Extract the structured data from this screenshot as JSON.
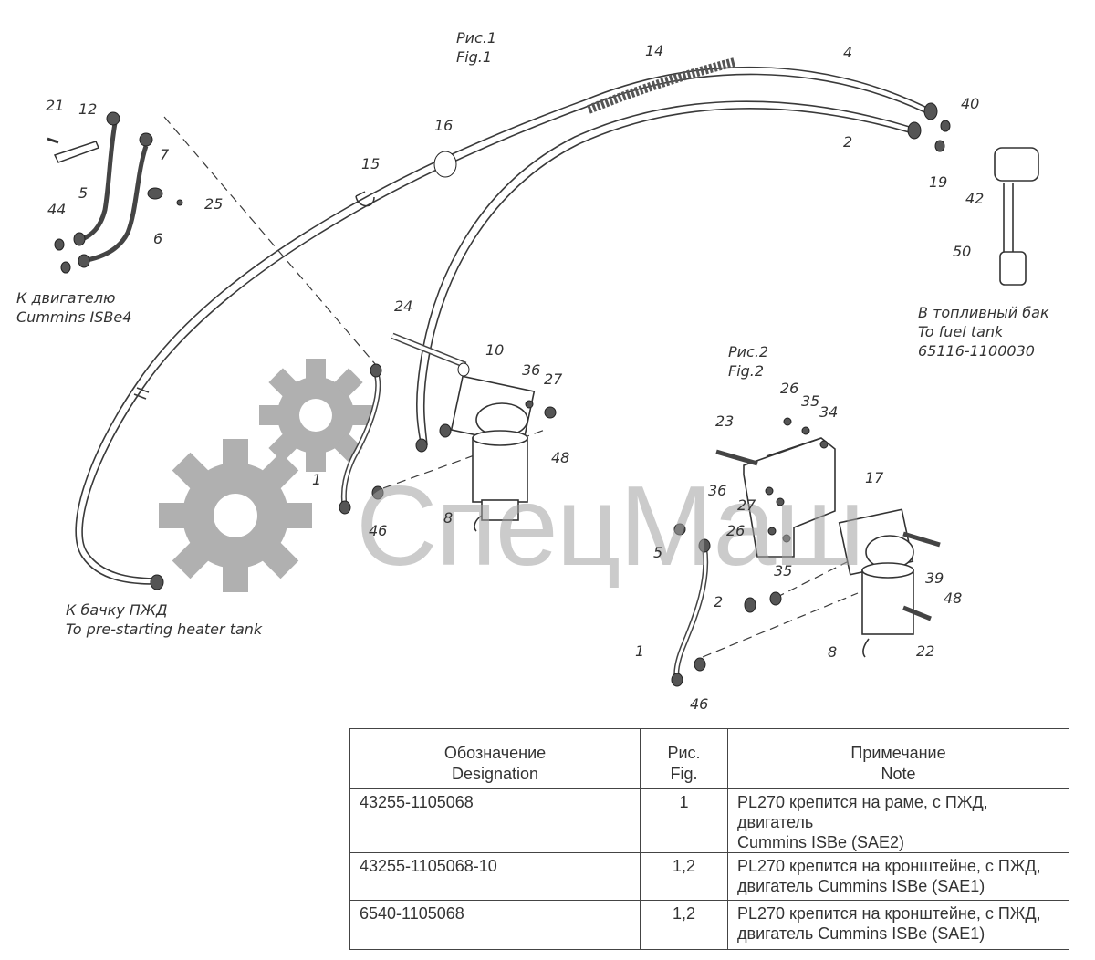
{
  "figure1": {
    "title_ru": "Рис.1",
    "title_en": "Fig.1"
  },
  "figure2": {
    "title_ru": "Рис.2",
    "title_en": "Fig.2"
  },
  "callouts": {
    "c21": "21",
    "c12": "12",
    "c5a": "5",
    "c44": "44",
    "c7": "7",
    "c25": "25",
    "c6": "6",
    "c14": "14",
    "c4": "4",
    "c2a": "2",
    "c40": "40",
    "c19": "19",
    "c42": "42",
    "c50": "50",
    "c16": "16",
    "c15": "15",
    "c24": "24",
    "c10": "10",
    "c36a": "36",
    "c27a": "27",
    "c48a": "48",
    "c1a": "1",
    "c46a": "46",
    "c8a": "8",
    "c26a": "26",
    "c35a": "35",
    "c34": "34",
    "c23": "23",
    "c17": "17",
    "c36b": "36",
    "c27b": "27",
    "c26b": "26",
    "c35b": "35",
    "c5b": "5",
    "c2b": "2",
    "c39": "39",
    "c48b": "48",
    "c22": "22",
    "c8b": "8",
    "c1b": "1",
    "c46b": "46"
  },
  "captions": {
    "engine_ru": "К двигателю",
    "engine_en": "Cummins ISBe4",
    "tank_ru": "В топливный бак",
    "tank_en": "To fuel tank",
    "tank_code": "65116-1100030",
    "heater_ru": "К бачку ПЖД",
    "heater_en": "To pre-starting heater tank"
  },
  "watermark": "СпецМаш",
  "table": {
    "headers": {
      "designation_ru": "Обозначение",
      "designation_en": "Designation",
      "fig_ru": "Рис.",
      "fig_en": "Fig.",
      "note_ru": "Примечание",
      "note_en": "Note"
    },
    "rows": [
      {
        "designation": "43255-1105068",
        "fig": "1",
        "note_1": "PL270 крепится на раме, с ПЖД, двигатель",
        "note_2": "Cummins ISBe (SAE2)"
      },
      {
        "designation": "43255-1105068-10",
        "fig": "1,2",
        "note_1": "PL270 крепится на кронштейне, с ПЖД,",
        "note_2": "двигатель Cummins ISBe (SAE1)"
      },
      {
        "designation": "6540-1105068",
        "fig": "1,2",
        "note_1": "PL270 крепится на кронштейне, с ПЖД,",
        "note_2": "двигатель Cummins ISBe (SAE1)"
      }
    ]
  },
  "colors": {
    "line": "#3a3a3a",
    "gear": "#9a9a9a",
    "text": "#333333"
  }
}
